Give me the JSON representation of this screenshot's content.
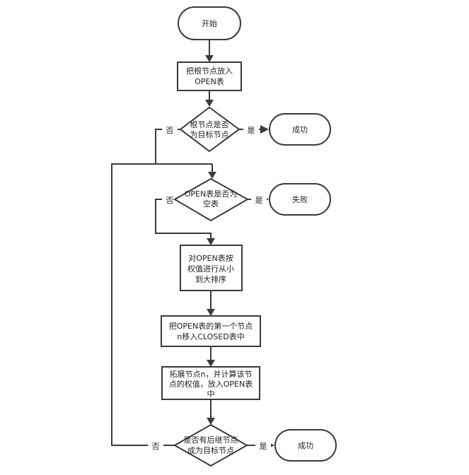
{
  "nodes": {
    "start": "开始",
    "put_root_l1": "把根节点放入",
    "put_root_l2": "OPEN表",
    "is_goal_l1": "根节点是否",
    "is_goal_l2": "为目标节点",
    "success_1": "成功",
    "open_empty_l1": "OPEN表是否为",
    "open_empty_l2": "空表",
    "fail": "失败",
    "sort_l1": "对OPEN表按",
    "sort_l2": "权值进行从小",
    "sort_l3": "到大排序",
    "move_l1": "把OPEN表的第一个节点",
    "move_l2": "n移入CLOSED表中",
    "expand_l1": "拓展节点n，并计算该节",
    "expand_l2": "点的权值，放入OPEN表",
    "expand_l3": "中",
    "succ_goal_l1": "是否有后继节点",
    "succ_goal_l2": "成为目标节点",
    "success_2": "成功"
  },
  "edge_labels": {
    "goal_yes": "是",
    "goal_no": "否",
    "empty_yes": "是",
    "empty_no": "否",
    "succ_yes": "是",
    "succ_no": "否"
  }
}
